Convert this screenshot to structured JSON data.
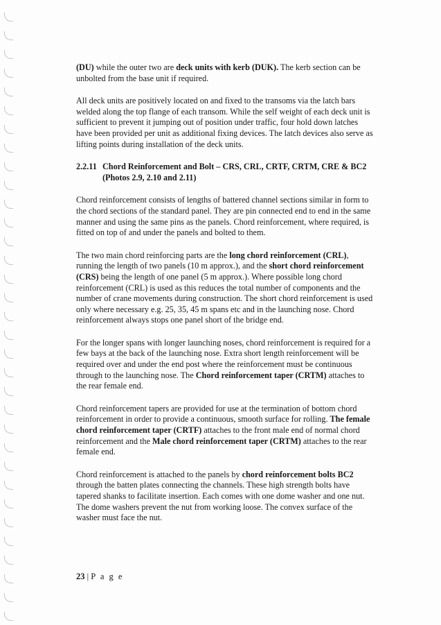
{
  "paragraphs": {
    "p1": {
      "s1": "(DU)",
      "s2": " while the outer two are ",
      "s3": "deck units with kerb (DUK).",
      "s4": " The kerb section can be unbolted from the base unit if required."
    },
    "p2": "All deck units are positively located on and fixed to the transoms via the latch bars welded along the top flange of each transom. While the self weight of each deck unit is sufficient to prevent it jumping out of position under traffic, four hold down latches have been provided per unit as additional fixing devices. The latch devices also serve as lifting points during installation of the deck units.",
    "heading": {
      "number": "2.2.11",
      "line1": "Chord Reinforcement and Bolt – CRS, CRL, CRTF, CRTM, CRE & BC2",
      "line2": "(Photos 2.9, 2.10 and 2.11)"
    },
    "p3": "Chord reinforcement consists of lengths of battered channel sections similar in form to the chord sections of the standard panel. They are pin connected end to end in the same manner and using the same pins as the panels. Chord reinforcement, where required, is fitted on top of and under the panels and bolted to them.",
    "p4": {
      "s1": "The two main chord reinforcing parts are the ",
      "s2": "long chord reinforcement (CRL)",
      "s3": ", running the length of two panels (10 m approx.), and the ",
      "s4": "short chord reinforcement (CRS)",
      "s5": " being the length of one panel (5 m approx.). Where possible long chord reinforcement (CRL) is used as this reduces the total number of components and the number of crane movements during construction. The short chord reinforcement is used only where necessary e.g. 25, 35, 45 m spans etc and in the launching nose. Chord reinforcement always stops one panel short of the bridge end."
    },
    "p5": {
      "s1": "For the longer spans with longer launching noses, chord reinforcement is required for a few bays at the back of the launching nose. Extra short length reinforcement will be required over and under the end post where the reinforcement must be continuous through to the launching nose. The ",
      "s2": "Chord reinforcement taper (CRTM)",
      "s3": " attaches to the rear female end."
    },
    "p6": {
      "s1": "Chord reinforcement tapers are provided for use at the termination of bottom chord reinforcement in order to provide a continuous, smooth surface for rolling. ",
      "s2": "The female chord reinforcement taper (CRTF)",
      "s3": " attaches to the front male end of normal chord reinforcement and the ",
      "s4": "Male chord reinforcement taper (CRTM)",
      "s5": " attaches to the rear female end."
    },
    "p7": {
      "s1": "Chord reinforcement is attached to the panels by ",
      "s2": "chord reinforcement bolts BC2",
      "s3": " through the batten plates connecting the channels. These high strength bolts have tapered shanks to facilitate insertion. Each comes with one dome washer and one nut. The dome washers prevent the nut from working loose. The convex surface of the washer must face the nut."
    }
  },
  "footer": {
    "number": "23",
    "separator": " | ",
    "word": "P a g e"
  }
}
